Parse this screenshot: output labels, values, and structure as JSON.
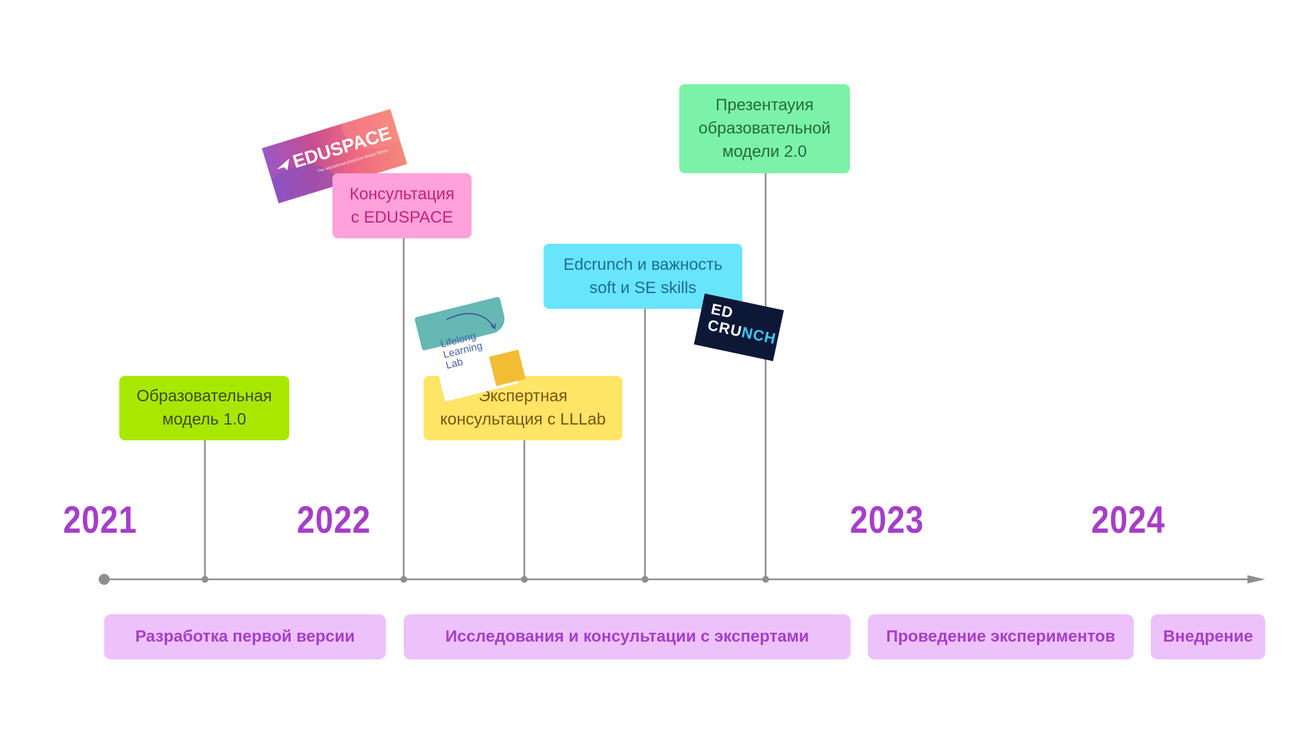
{
  "years": [
    {
      "label": "2021",
      "color": "#a63ec9"
    },
    {
      "label": "2022",
      "color": "#a63ec9"
    },
    {
      "label": "2023",
      "color": "#a63ec9"
    },
    {
      "label": "2024",
      "color": "#a63ec9"
    }
  ],
  "events": [
    {
      "lines": [
        "Образовательная",
        "модель 1.0"
      ],
      "bg": "#a8e800",
      "fg": "#3f4d1a"
    },
    {
      "lines": [
        "Консультация",
        "с EDUSPACE"
      ],
      "bg": "#ffa1da",
      "fg": "#c2237a"
    },
    {
      "lines": [
        "Экспертная",
        "консультация с LLLab"
      ],
      "bg": "#ffe566",
      "fg": "#7a5411"
    },
    {
      "lines": [
        "Edcrunch и важность",
        "soft и SE skills"
      ],
      "bg": "#68e5fb",
      "fg": "#1d6d97"
    },
    {
      "lines": [
        "Презентауия",
        "образовательной",
        "модели 2.0"
      ],
      "bg": "#7bf2a8",
      "fg": "#246c3a"
    }
  ],
  "phases": [
    {
      "label": "Разработка первой версии",
      "bg": "#edc2fb",
      "fg": "#a63ec9"
    },
    {
      "label": "Исследования и консультации с экспертами",
      "bg": "#edc2fb",
      "fg": "#a63ec9"
    },
    {
      "label": "Проведение экспериментов",
      "bg": "#edc2fb",
      "fg": "#a63ec9"
    },
    {
      "label": "Внедрение",
      "bg": "#edc2fb",
      "fg": "#a63ec9"
    }
  ],
  "logos": {
    "eduspace": {
      "wordmark": "EDUSPACE",
      "tagline": "The educational programs design library"
    },
    "lllab": {
      "text": "Lifelong\nLearning\nLab"
    },
    "edcrunch": {
      "line1": "ED",
      "line2a": "CRU",
      "line2b": "NCH"
    }
  },
  "colors": {
    "axis": "#8e8e8e",
    "year": "#a63ec9"
  }
}
